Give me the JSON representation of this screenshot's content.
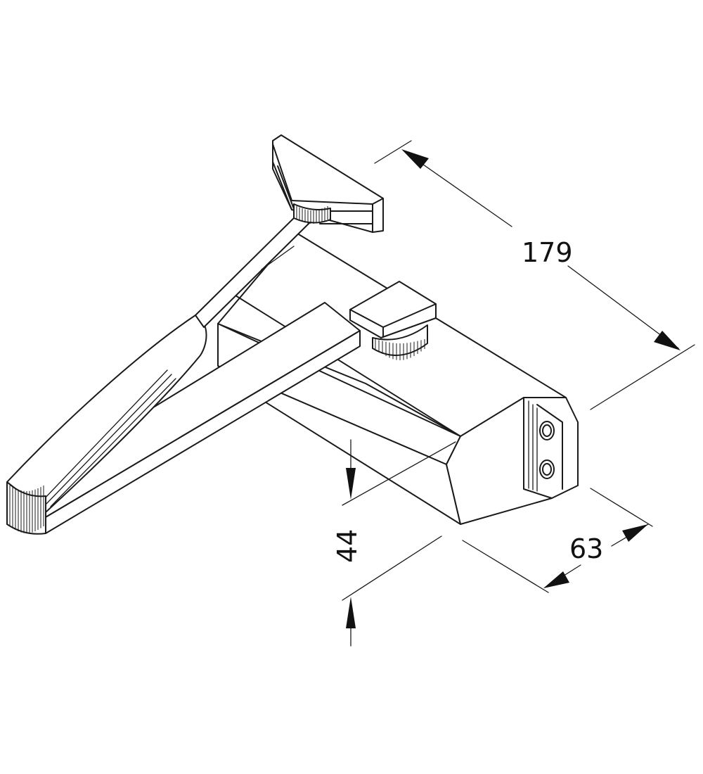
{
  "dimensions": {
    "length": "179",
    "height": "44",
    "depth": "63"
  },
  "colors": {
    "line": "#1a1a1a",
    "background": "#ffffff"
  }
}
